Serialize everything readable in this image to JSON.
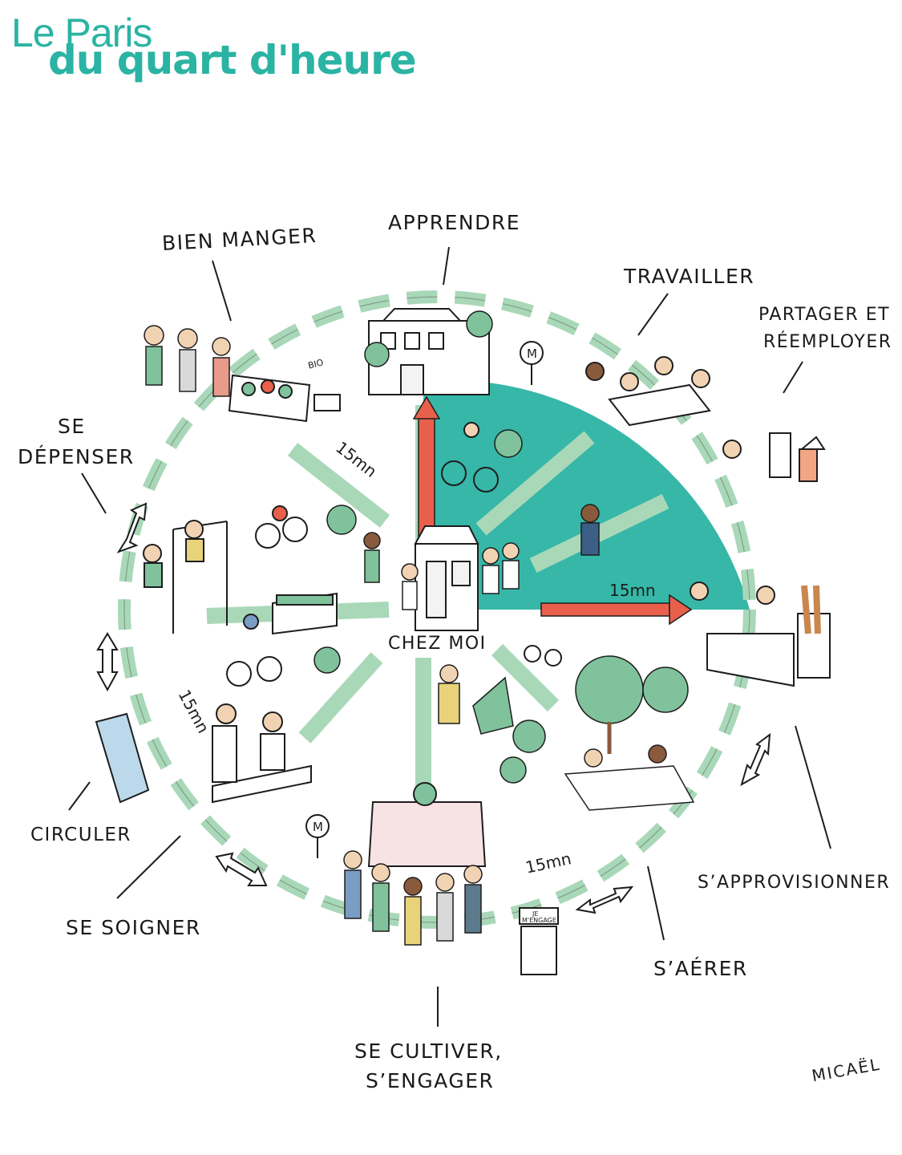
{
  "title": {
    "line1": "Le Paris",
    "line2": "du quart d'heure"
  },
  "center_label": "CHEZ MOI",
  "activities": {
    "bien_manger": "BIEN MANGER",
    "apprendre": "APPRENDRE",
    "travailler": "TRAVAILLER",
    "partager_line1": "PARTAGER ET",
    "partager_line2": "RÉEMPLOYER",
    "se_depenser_line1": "SE",
    "se_depenser_line2": "DÉPENSER",
    "circuler": "CIRCULER",
    "se_soigner": "SE SOIGNER",
    "se_cultiver_line1": "SE CULTIVER,",
    "se_cultiver_line2": "S’ENGAGER",
    "s_aerer": "S’AÉRER",
    "s_approvisionner": "S’APPROVISIONNER"
  },
  "distance_labels": [
    "15mn",
    "15mn",
    "15mn",
    "15mn"
  ],
  "signs": {
    "bio": "BIO",
    "metro": "M",
    "je_mengage_line1": "JE",
    "je_mengage_line2": "M'ENGAGE"
  },
  "signature": "MICAËL",
  "colors": {
    "teal": "#2bb3a3",
    "path_green": "#a9d8b8",
    "arrow_red": "#e8604c",
    "ink": "#1d1d1d"
  }
}
